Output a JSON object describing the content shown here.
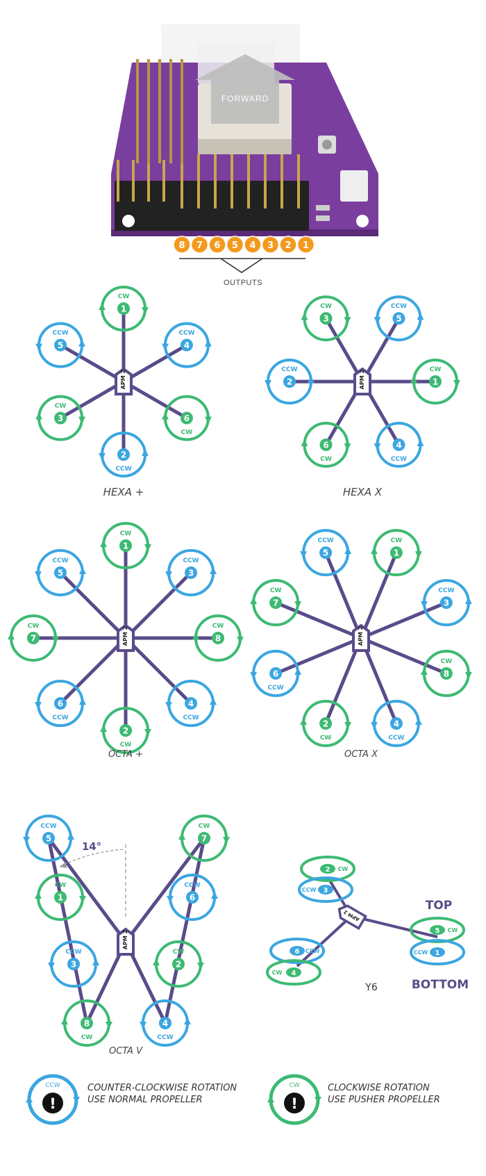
{
  "colors": {
    "cw": "#3dba73",
    "ccw": "#3ba6e0",
    "arm": "#5a4c8a",
    "output": "#f39a1e",
    "board": "#7a3e9e",
    "text": "#333333"
  },
  "board": {
    "forward_label": "FORWARD",
    "outputs_label": "OUTPUTS",
    "outputs": [
      "8",
      "7",
      "6",
      "5",
      "4",
      "3",
      "2",
      "1"
    ]
  },
  "controller_label": "APM 2",
  "frames": {
    "hexa_plus": {
      "title": "HEXA +",
      "motors": [
        {
          "n": "1",
          "dir": "CW"
        },
        {
          "n": "4",
          "dir": "CCW"
        },
        {
          "n": "6",
          "dir": "CW"
        },
        {
          "n": "2",
          "dir": "CCW"
        },
        {
          "n": "3",
          "dir": "CW"
        },
        {
          "n": "5",
          "dir": "CCW"
        }
      ]
    },
    "hexa_x": {
      "title": "HEXA X",
      "motors": [
        {
          "n": "5",
          "dir": "CCW"
        },
        {
          "n": "1",
          "dir": "CW"
        },
        {
          "n": "4",
          "dir": "CCW"
        },
        {
          "n": "6",
          "dir": "CW"
        },
        {
          "n": "2",
          "dir": "CCW"
        },
        {
          "n": "3",
          "dir": "CW"
        }
      ]
    },
    "octa_plus": {
      "title": "OCTA +",
      "motors": [
        {
          "n": "1",
          "dir": "CW"
        },
        {
          "n": "3",
          "dir": "CCW"
        },
        {
          "n": "8",
          "dir": "CW"
        },
        {
          "n": "4",
          "dir": "CCW"
        },
        {
          "n": "2",
          "dir": "CW"
        },
        {
          "n": "6",
          "dir": "CCW"
        },
        {
          "n": "7",
          "dir": "CW"
        },
        {
          "n": "5",
          "dir": "CCW"
        }
      ]
    },
    "octa_x": {
      "title": "OCTA X",
      "motors": [
        {
          "n": "1",
          "dir": "CW"
        },
        {
          "n": "3",
          "dir": "CCW"
        },
        {
          "n": "8",
          "dir": "CW"
        },
        {
          "n": "4",
          "dir": "CCW"
        },
        {
          "n": "2",
          "dir": "CW"
        },
        {
          "n": "6",
          "dir": "CCW"
        },
        {
          "n": "7",
          "dir": "CW"
        },
        {
          "n": "5",
          "dir": "CCW"
        }
      ]
    },
    "octa_v": {
      "title": "OCTA V",
      "angle_label": "14°",
      "motors": [
        {
          "n": "5",
          "dir": "CCW"
        },
        {
          "n": "1",
          "dir": "CW"
        },
        {
          "n": "3",
          "dir": "CCW"
        },
        {
          "n": "8",
          "dir": "CW"
        },
        {
          "n": "7",
          "dir": "CW"
        },
        {
          "n": "6",
          "dir": "CCW"
        },
        {
          "n": "2",
          "dir": "CW"
        },
        {
          "n": "4",
          "dir": "CCW"
        }
      ]
    },
    "y6": {
      "title": "Y6",
      "top_label": "TOP",
      "bottom_label": "BOTTOM",
      "motors": [
        {
          "n": "2",
          "dir": "CW"
        },
        {
          "n": "3",
          "dir": "CCW"
        },
        {
          "n": "5",
          "dir": "CW"
        },
        {
          "n": "1",
          "dir": "CCW"
        },
        {
          "n": "6",
          "dir": "CCW"
        },
        {
          "n": "4",
          "dir": "CW"
        }
      ]
    }
  },
  "legend": {
    "ccw": {
      "tag": "CCW",
      "line1": "COUNTER-CLOCKWISE ROTATION",
      "line2": "USE NORMAL PROPELLER"
    },
    "cw": {
      "tag": "CW",
      "line1": "CLOCKWISE ROTATION",
      "line2": "USE PUSHER PROPELLER"
    }
  }
}
